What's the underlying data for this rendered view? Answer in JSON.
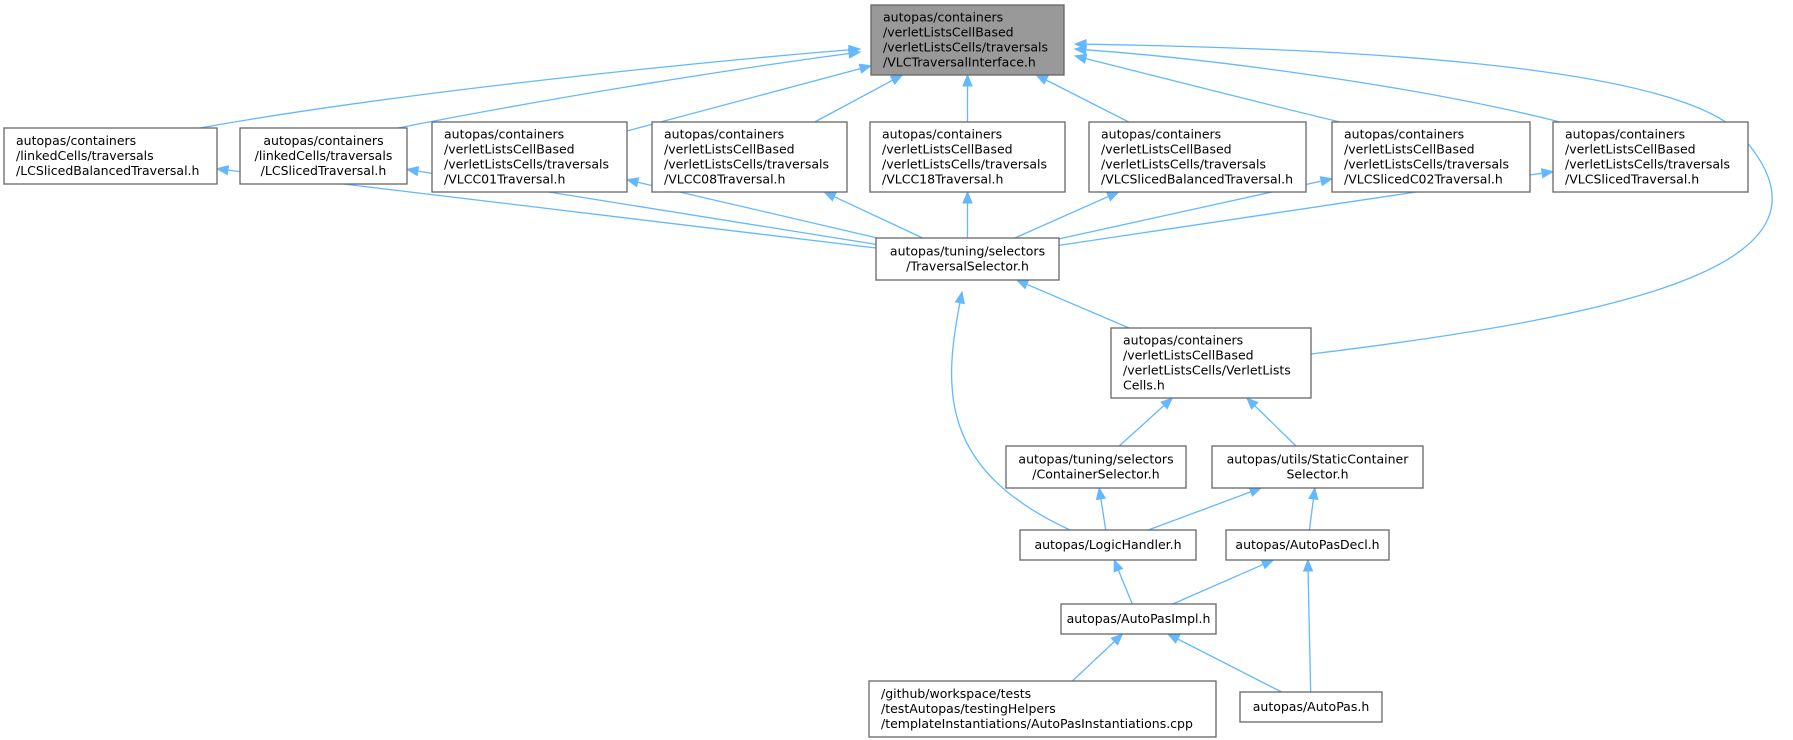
{
  "graph": {
    "colors": {
      "edge": "#63b8ff",
      "node_border": "#666666",
      "root_fill": "#999999",
      "node_fill": "#ffffff"
    },
    "nodes": [
      {
        "id": "root",
        "lines": [
          "autopas/containers",
          "/verletListsCellBased",
          "/verletListsCells/traversals",
          "/VLCTraversalInterface.h"
        ],
        "highlight": true
      },
      {
        "id": "lcsliced-balanced",
        "lines": [
          "autopas/containers",
          "/linkedCells/traversals",
          "/LCSlicedBalancedTraversal.h"
        ]
      },
      {
        "id": "lcsliced",
        "lines": [
          "autopas/containers",
          "/linkedCells/traversals",
          "/LCSlicedTraversal.h"
        ]
      },
      {
        "id": "vlcc01",
        "lines": [
          "autopas/containers",
          "/verletListsCellBased",
          "/verletListsCells/traversals",
          "/VLCC01Traversal.h"
        ]
      },
      {
        "id": "vlcc08",
        "lines": [
          "autopas/containers",
          "/verletListsCellBased",
          "/verletListsCells/traversals",
          "/VLCC08Traversal.h"
        ]
      },
      {
        "id": "vlcc18",
        "lines": [
          "autopas/containers",
          "/verletListsCellBased",
          "/verletListsCells/traversals",
          "/VLCC18Traversal.h"
        ]
      },
      {
        "id": "vlcsliced-balanced",
        "lines": [
          "autopas/containers",
          "/verletListsCellBased",
          "/verletListsCells/traversals",
          "/VLCSlicedBalancedTraversal.h"
        ]
      },
      {
        "id": "vlcsliced-c02",
        "lines": [
          "autopas/containers",
          "/verletListsCellBased",
          "/verletListsCells/traversals",
          "/VLCSlicedC02Traversal.h"
        ]
      },
      {
        "id": "vlcsliced",
        "lines": [
          "autopas/containers",
          "/verletListsCellBased",
          "/verletListsCells/traversals",
          "/VLCSlicedTraversal.h"
        ]
      },
      {
        "id": "traversal-selector",
        "lines": [
          "autopas/tuning/selectors",
          "/TraversalSelector.h"
        ]
      },
      {
        "id": "verlet-lists-cells",
        "lines": [
          "autopas/containers",
          "/verletListsCellBased",
          "/verletListsCells/VerletLists",
          "Cells.h"
        ]
      },
      {
        "id": "container-selector",
        "lines": [
          "autopas/tuning/selectors",
          "/ContainerSelector.h"
        ]
      },
      {
        "id": "static-container-selector",
        "lines": [
          "autopas/utils/StaticContainer",
          "Selector.h"
        ]
      },
      {
        "id": "logic-handler",
        "lines": [
          "autopas/LogicHandler.h"
        ]
      },
      {
        "id": "autopas-decl",
        "lines": [
          "autopas/AutoPasDecl.h"
        ]
      },
      {
        "id": "autopas-impl",
        "lines": [
          "autopas/AutoPasImpl.h"
        ]
      },
      {
        "id": "autopas-instantiations",
        "lines": [
          "/github/workspace/tests",
          "/testAutopas/testingHelpers",
          "/templateInstantiations/AutoPasInstantiations.cpp"
        ]
      },
      {
        "id": "autopas-h",
        "lines": [
          "autopas/AutoPas.h"
        ]
      }
    ],
    "edges": [
      {
        "from": "lcsliced-balanced",
        "to": "root"
      },
      {
        "from": "lcsliced",
        "to": "root"
      },
      {
        "from": "vlcc01",
        "to": "root"
      },
      {
        "from": "vlcc08",
        "to": "root"
      },
      {
        "from": "vlcc18",
        "to": "root"
      },
      {
        "from": "vlcsliced-balanced",
        "to": "root"
      },
      {
        "from": "vlcsliced-c02",
        "to": "root"
      },
      {
        "from": "vlcsliced",
        "to": "root"
      },
      {
        "from": "verlet-lists-cells",
        "to": "root"
      },
      {
        "from": "traversal-selector",
        "to": "lcsliced-balanced"
      },
      {
        "from": "traversal-selector",
        "to": "lcsliced"
      },
      {
        "from": "traversal-selector",
        "to": "vlcc01"
      },
      {
        "from": "traversal-selector",
        "to": "vlcc08"
      },
      {
        "from": "traversal-selector",
        "to": "vlcc18"
      },
      {
        "from": "traversal-selector",
        "to": "vlcsliced-balanced"
      },
      {
        "from": "traversal-selector",
        "to": "vlcsliced-c02"
      },
      {
        "from": "traversal-selector",
        "to": "vlcsliced"
      },
      {
        "from": "verlet-lists-cells",
        "to": "traversal-selector"
      },
      {
        "from": "logic-handler",
        "to": "traversal-selector"
      },
      {
        "from": "container-selector",
        "to": "verlet-lists-cells"
      },
      {
        "from": "static-container-selector",
        "to": "verlet-lists-cells"
      },
      {
        "from": "logic-handler",
        "to": "container-selector"
      },
      {
        "from": "logic-handler",
        "to": "static-container-selector"
      },
      {
        "from": "autopas-decl",
        "to": "static-container-selector"
      },
      {
        "from": "autopas-impl",
        "to": "logic-handler"
      },
      {
        "from": "autopas-impl",
        "to": "autopas-decl"
      },
      {
        "from": "autopas-h",
        "to": "autopas-decl"
      },
      {
        "from": "autopas-instantiations",
        "to": "autopas-impl"
      },
      {
        "from": "autopas-h",
        "to": "autopas-impl"
      }
    ]
  }
}
